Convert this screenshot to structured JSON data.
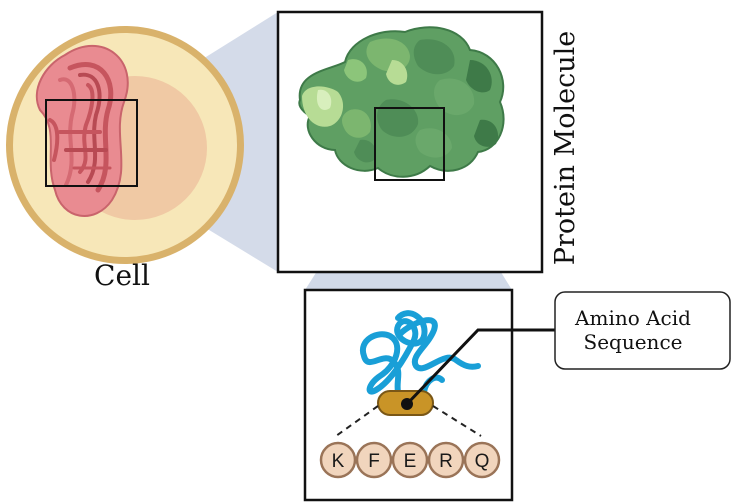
{
  "labels": {
    "cell": "Cell",
    "protein": "Protein Molecule",
    "callout_line1": "Amino Acid",
    "callout_line2": "Sequence"
  },
  "residues": [
    "K",
    "F",
    "E",
    "R",
    "Q"
  ],
  "colors": {
    "cell_membrane": "#d9b26b",
    "cytoplasm": "#f7e7b8",
    "nucleus": "#f0c9a4",
    "golgi": "#e27f86",
    "protein_green": "#5f9f63",
    "protein_light": "#b7dc95",
    "protein_dark": "#3e7a48",
    "zoom_shade": "#c9d2e4",
    "chain_blue": "#199fd7",
    "capsule": "#c99427",
    "residue_fill": "#f1d5bd",
    "residue_stroke": "#9a7458"
  },
  "icons": {
    "cell": "cell-illustration",
    "golgi": "golgi-apparatus-icon",
    "protein": "protein-molecule-icon",
    "chain": "amino-acid-chain-icon"
  }
}
